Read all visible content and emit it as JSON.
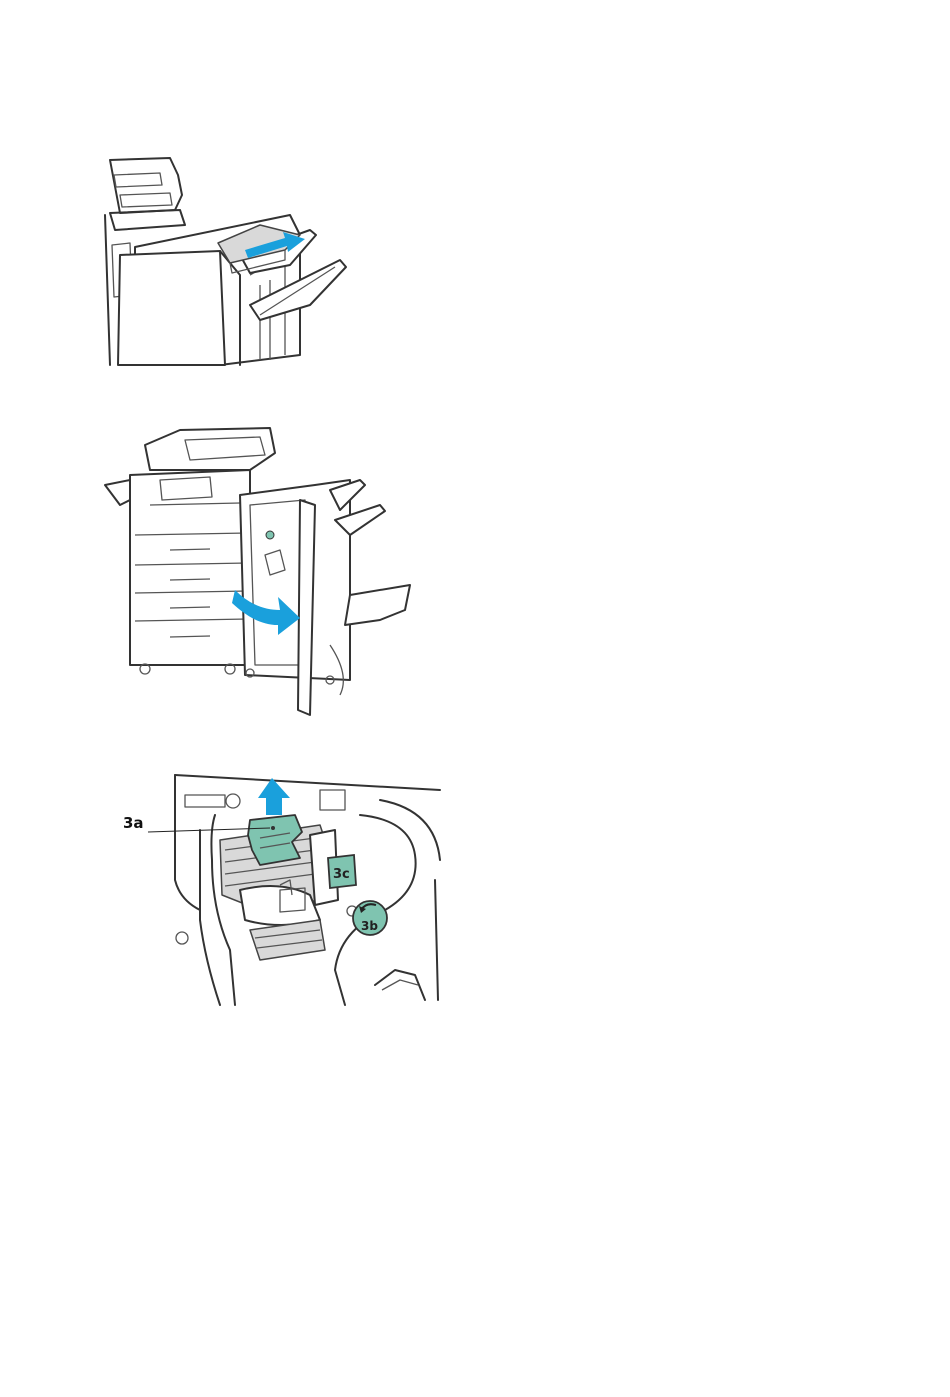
{
  "figures": [
    {
      "id": "output-tray-removal",
      "arrow_color": "#1aa0dc"
    },
    {
      "id": "finisher-front-door-open",
      "arrow_color": "#1aa0dc"
    },
    {
      "id": "stapler-unit-jam",
      "arrow_color": "#1aa0dc",
      "part_color": "#7fc4b0",
      "callouts": {
        "a": "3a",
        "b": "3b",
        "c": "3c"
      }
    }
  ],
  "icons": [
    "arrow-right-icon",
    "arrow-up-icon",
    "rotate-knob-icon"
  ]
}
